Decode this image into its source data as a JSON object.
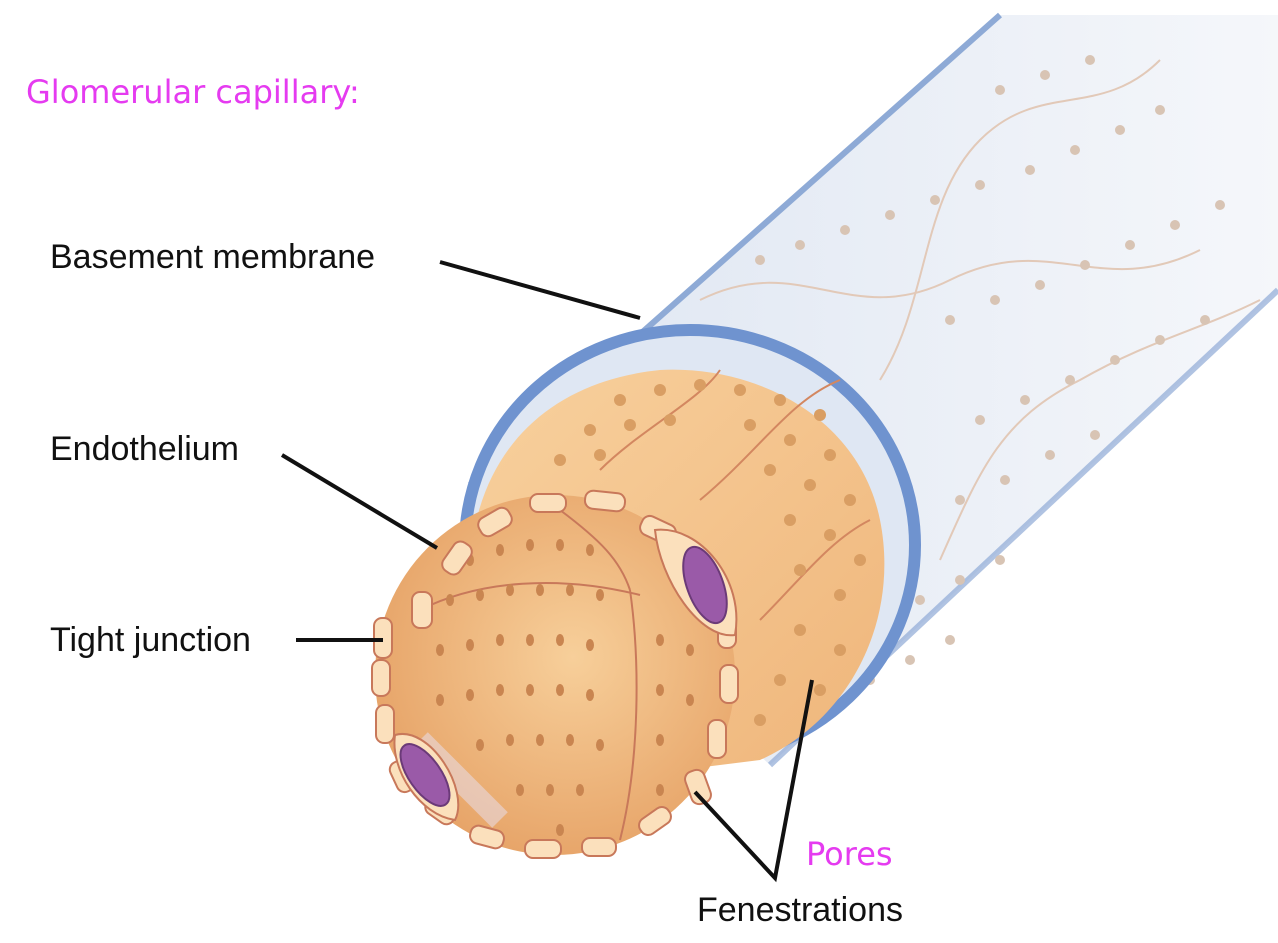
{
  "title": "Glomerular capillary:",
  "labels": {
    "basement_membrane": "Basement membrane",
    "endothelium": "Endothelium",
    "tight_junction": "Tight junction",
    "fenestrations": "Fenestrations",
    "pores": "Pores"
  },
  "colors": {
    "annotation_accent": "#e53bf0",
    "outer_membrane": "#c9d6ea",
    "membrane_edge": "#6f93cf",
    "endothelium_fill": "#f5c892",
    "cell_edge": "#c8785a",
    "pore_dot": "#d99e63",
    "nucleus": "#9a5aa8",
    "leader_line": "#111111"
  }
}
